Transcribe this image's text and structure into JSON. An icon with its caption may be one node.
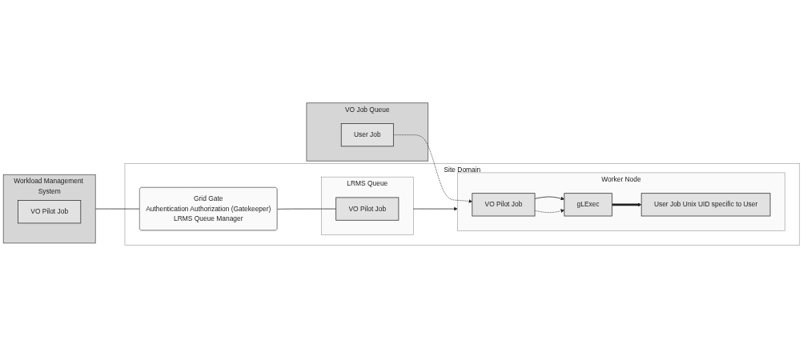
{
  "diagram": {
    "nodes": [
      {
        "text": [
          "VO Job Queue"
        ]
      },
      {
        "text": [
          "User Job"
        ],
        "in": 0
      },
      {
        "text": [
          "Workload Management System"
        ]
      },
      {
        "text": [
          "VO Pilot Job"
        ],
        "in": 2
      },
      {
        "text": [
          "Site Domain"
        ]
      },
      {
        "text": [
          "Grid Gate",
          "Authentication Authorization (Gatekeeper)",
          "LRMS Queue Manager"
        ],
        "in": 4
      },
      {
        "text": [
          "LRMS Queue"
        ],
        "in": 4
      },
      {
        "text": [
          "VO Pilot Job"
        ],
        "in": 6
      },
      {
        "text": [
          "Worker Node"
        ],
        "in": 4
      },
      {
        "text": [
          "VO Pilot Job"
        ],
        "in": 8
      },
      {
        "text": [
          "gLExec"
        ],
        "in": 8
      },
      {
        "text": [
          "User Job Unix UID specific to User"
        ],
        "in": 8
      }
    ],
    "edges": [
      {
        "from": 2,
        "to": 5,
        "arrow": "none"
      },
      {
        "from": 5,
        "to": 7,
        "arrow": "none"
      },
      {
        "from": 6,
        "to": 8,
        "arrow": "to"
      },
      {
        "from": 1,
        "to": 9,
        "arrow": "to",
        "style": "dashed"
      },
      {
        "from": 9,
        "to": 10,
        "arrow": "to"
      },
      {
        "from": 9,
        "to": 10,
        "arrow": "to",
        "style": "dashed"
      },
      {
        "from": 10,
        "to": 11,
        "arrow": "to",
        "style": "thick"
      }
    ]
  }
}
